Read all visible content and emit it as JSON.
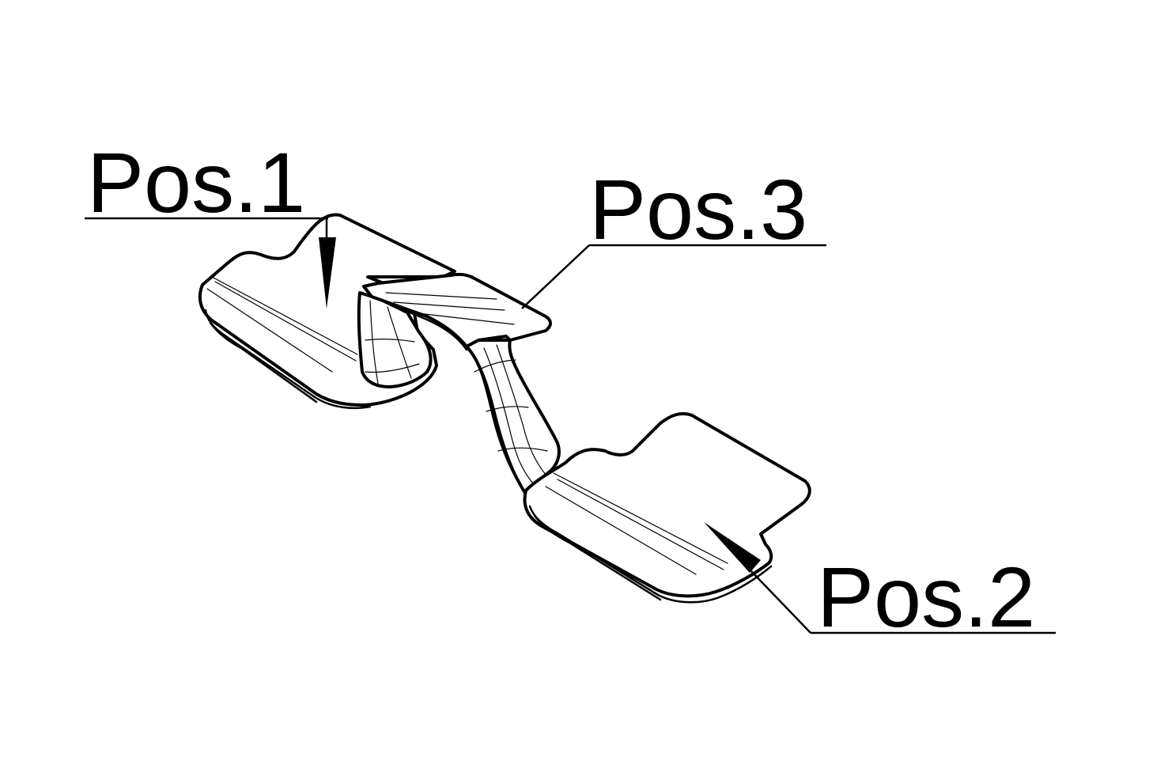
{
  "callouts": {
    "pos1": "Pos.1",
    "pos2": "Pos.2",
    "pos3": "Pos.3"
  },
  "colors": {
    "line": "#000000",
    "background": "#ffffff"
  }
}
